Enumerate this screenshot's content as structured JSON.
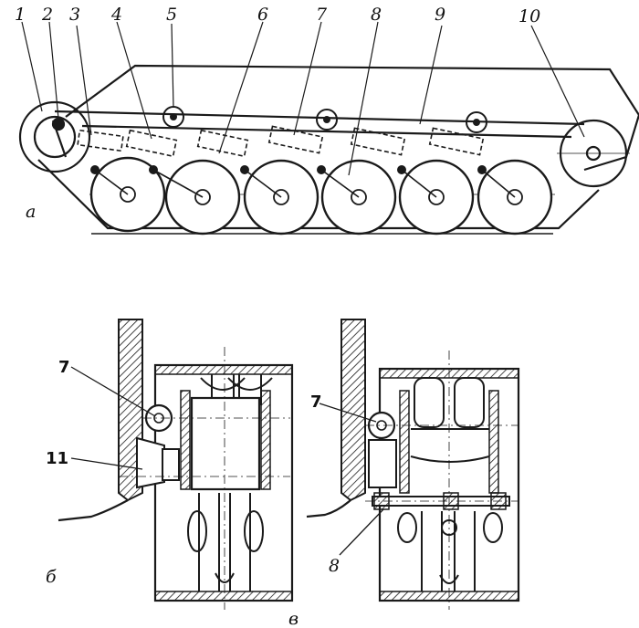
{
  "figure": {
    "ink_color": "#1a1a1a",
    "paper_color": "#ffffff",
    "top_part_letter": "а",
    "left_section_letter": "б",
    "right_section_letter": "в",
    "callouts_top": [
      "1",
      "2",
      "3",
      "4",
      "5",
      "6",
      "7",
      "8",
      "9",
      "10"
    ],
    "callouts_left": [
      "7",
      "11"
    ],
    "callouts_right": [
      "7",
      "8"
    ]
  }
}
